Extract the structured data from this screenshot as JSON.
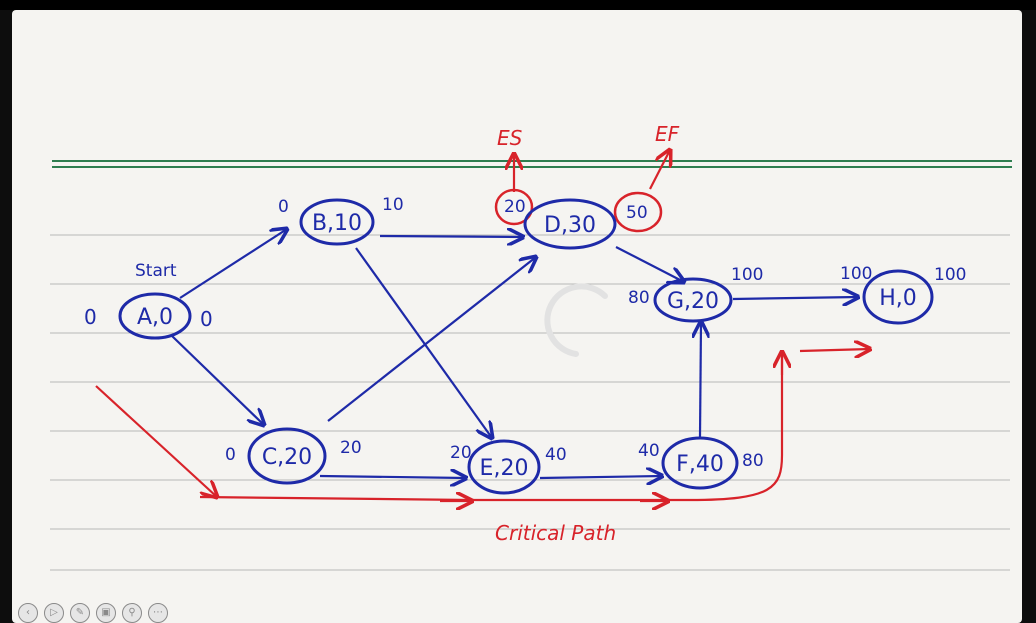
{
  "diagram": {
    "nodes": [
      {
        "id": "A",
        "label": "A,0"
      },
      {
        "id": "B",
        "label": "B,10"
      },
      {
        "id": "C",
        "label": "C,20"
      },
      {
        "id": "D",
        "label": "D,30"
      },
      {
        "id": "E",
        "label": "E,20"
      },
      {
        "id": "F",
        "label": "F,40"
      },
      {
        "id": "G",
        "label": "G,20"
      },
      {
        "id": "H",
        "label": "H,0"
      }
    ],
    "times": {
      "A_es": "0",
      "A_ef": "0",
      "B_es": "0",
      "B_ef": "10",
      "C_es": "0",
      "C_ef": "20",
      "D_es": "20",
      "D_ef": "50",
      "E_es": "20",
      "E_ef": "40",
      "F_es": "40",
      "F_ef": "80",
      "G_es": "80",
      "G_ef": "100",
      "H_es": "100",
      "H_ef": "100"
    },
    "start_label": "Start",
    "es_label": "ES",
    "ef_label": "EF",
    "critical_path_label": "Critical Path",
    "edges": [
      [
        "A",
        "B"
      ],
      [
        "A",
        "C"
      ],
      [
        "B",
        "D"
      ],
      [
        "B",
        "E"
      ],
      [
        "C",
        "D"
      ],
      [
        "C",
        "E"
      ],
      [
        "D",
        "G"
      ],
      [
        "E",
        "F"
      ],
      [
        "F",
        "G"
      ],
      [
        "G",
        "H"
      ]
    ],
    "colors": {
      "ink": "#1e2aa8",
      "critical": "#d8232a",
      "paper": "#f5f4f1",
      "rule": "#b8b8b8",
      "margin": "#2e7d4f"
    }
  },
  "player_controls": [
    "back-icon",
    "play-icon",
    "pen-icon",
    "camera-icon",
    "zoom-icon",
    "more-icon"
  ]
}
